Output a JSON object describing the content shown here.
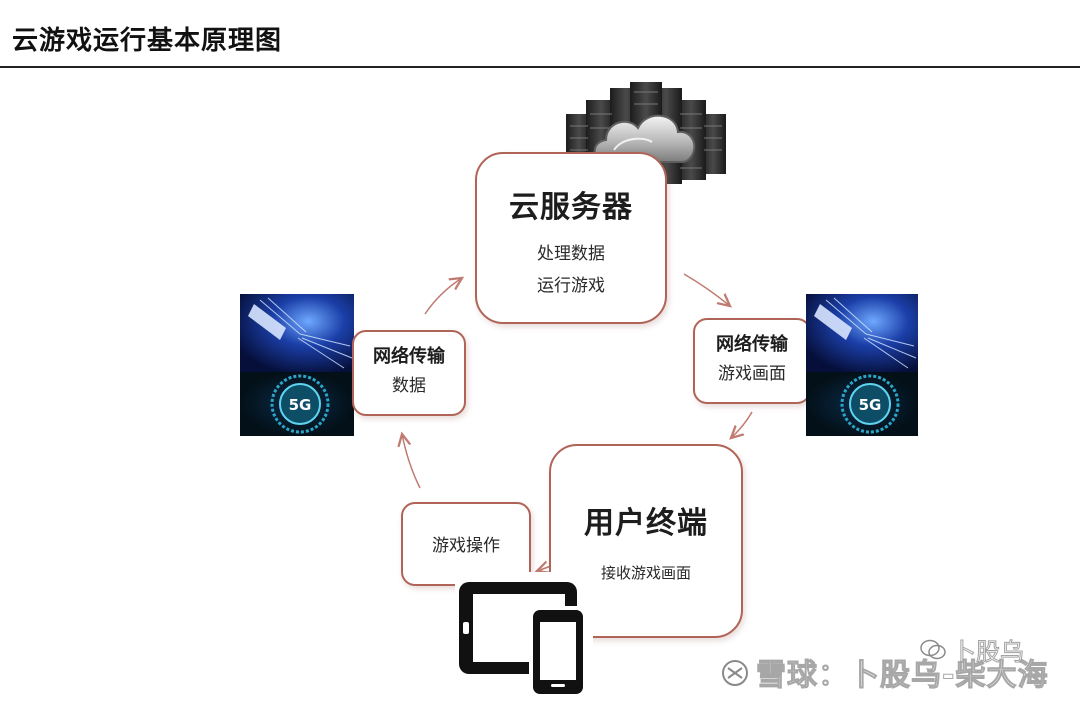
{
  "title": "云游戏运行基本原理图",
  "server": {
    "title": "云服务器",
    "lines": [
      "处理数据",
      "运行游戏"
    ],
    "icon": "cloud-server-icon"
  },
  "network_left": {
    "title": "网络传输",
    "line": "数据",
    "image_badge": "5G"
  },
  "network_right": {
    "title": "网络传输",
    "line": "游戏画面",
    "image_badge": "5G"
  },
  "terminal": {
    "title": "用户终端",
    "line": "接收游戏画面",
    "icon": "tablet-phone-icon"
  },
  "operation": {
    "label": "游戏操作"
  },
  "watermark": {
    "main": "雪球：卜股乌-柴大海",
    "small": "卜股乌"
  },
  "colors": {
    "box_border": "#b06458",
    "arrow": "#c07a70",
    "network_bg": "#0a1a6e"
  }
}
